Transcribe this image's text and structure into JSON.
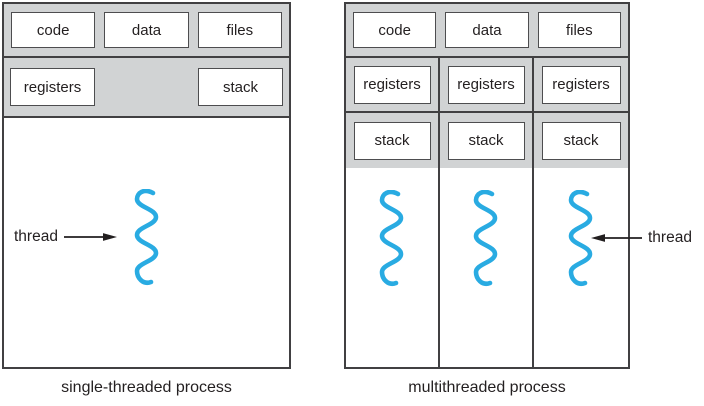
{
  "colors": {
    "band_gray": "#d1d3d4",
    "border_dark": "#414042",
    "box_border": "#4d4d4f",
    "thread_blue": "#29abe2",
    "text": "#231f20"
  },
  "left_diagram": {
    "caption": "single-threaded process",
    "top_boxes": [
      "code",
      "data",
      "files"
    ],
    "registers_label": "registers",
    "stack_label": "stack",
    "thread_label": "thread"
  },
  "right_diagram": {
    "caption": "multithreaded process",
    "top_boxes": [
      "code",
      "data",
      "files"
    ],
    "registers_labels": [
      "registers",
      "registers",
      "registers"
    ],
    "stack_labels": [
      "stack",
      "stack",
      "stack"
    ],
    "thread_label": "thread"
  }
}
